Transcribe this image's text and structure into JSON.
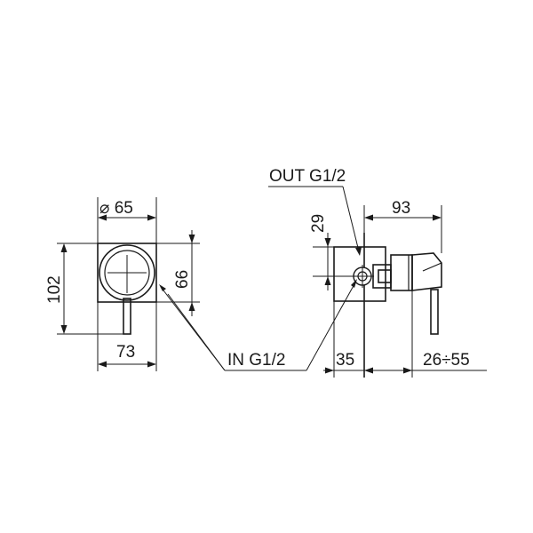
{
  "labels": {
    "diameter": "⌀ 65",
    "height": "102",
    "width": "73",
    "inner": "66",
    "inlet": "IN G1/2",
    "outlet": "OUT G1/2",
    "top_offset": "29",
    "length": "93",
    "depth": "35",
    "range": "26÷55"
  }
}
